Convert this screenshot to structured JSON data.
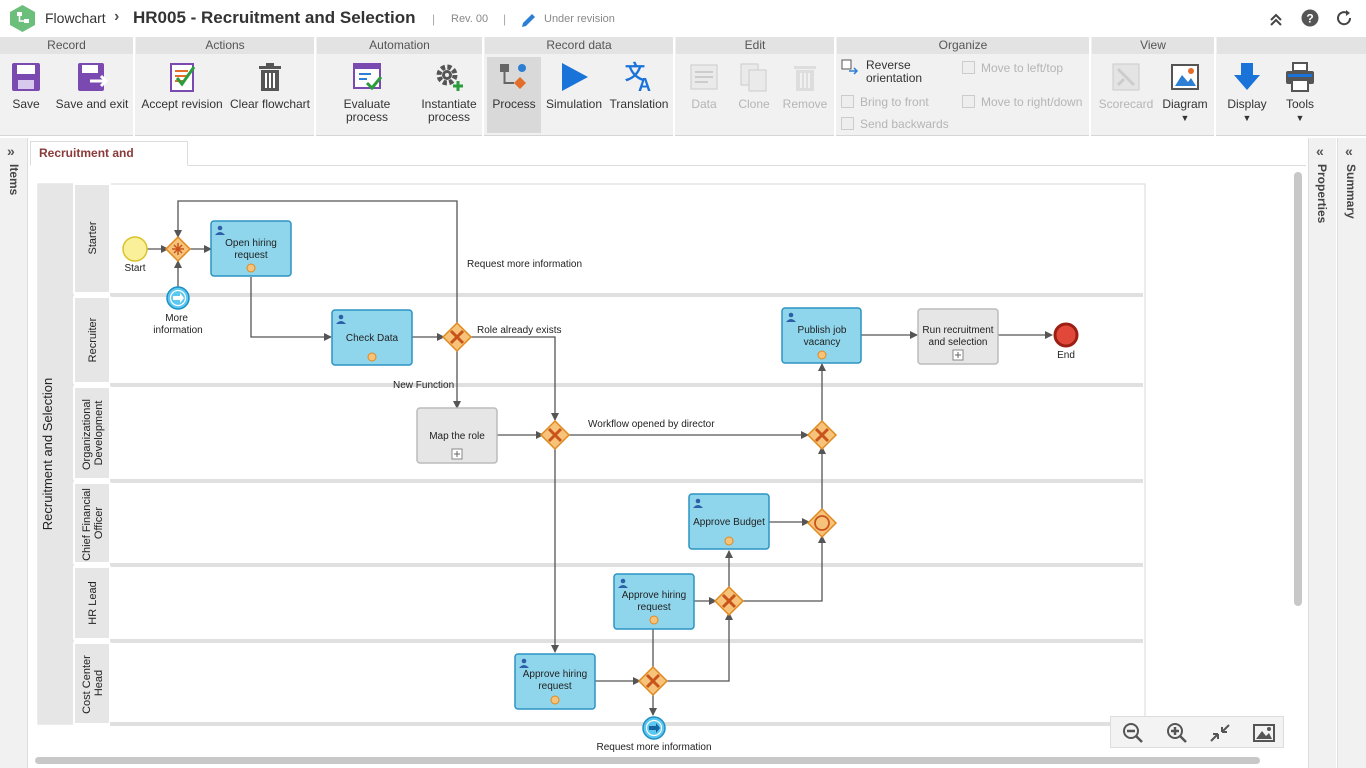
{
  "header": {
    "app": "Flowchart",
    "title": "HR005 - Recruitment and Selection",
    "revision": "Rev. 00",
    "status": "Under revision"
  },
  "ribbon": {
    "record": {
      "label": "Record",
      "save": "Save",
      "save_exit": "Save and exit"
    },
    "actions": {
      "label": "Actions",
      "accept": "Accept revision",
      "clear": "Clear flowchart"
    },
    "automation": {
      "label": "Automation",
      "evaluate": "Evaluate process",
      "instantiate1": "Instantiate",
      "instantiate2": "process"
    },
    "record_data": {
      "label": "Record data",
      "process": "Process",
      "simulation": "Simulation",
      "translation": "Translation"
    },
    "edit": {
      "label": "Edit",
      "data": "Data",
      "clone": "Clone",
      "remove": "Remove"
    },
    "organize": {
      "label": "Organize",
      "reverse1": "Reverse",
      "reverse2": "orientation",
      "bring_front": "Bring to front",
      "send_back": "Send backwards",
      "move_lt": "Move to left/top",
      "move_rd": "Move to right/down"
    },
    "view": {
      "label": "View",
      "scorecard": "Scorecard",
      "diagram": "Diagram"
    },
    "misc": {
      "display": "Display",
      "tools": "Tools"
    }
  },
  "panels": {
    "items": "Items",
    "properties": "Properties",
    "summary": "Summary"
  },
  "tab": "Recruitment and Selection",
  "diagram": {
    "pool": "Recruitment and Selection",
    "lanes": {
      "starter": "Starter",
      "recruiter": "Recruiter",
      "org1": "Organizational",
      "org2": "Development",
      "cfo1": "Chief Financial",
      "cfo2": "Officer",
      "hr": "HR Lead",
      "cc1": "Cost Center",
      "cc2": "Head"
    },
    "nodes": {
      "start": "Start",
      "more1": "More",
      "more2": "information",
      "open1": "Open hiring",
      "open2": "request",
      "check": "Check Data",
      "publish1": "Publish job",
      "publish2": "vacancy",
      "run1": "Run recruitment",
      "run2": "and selection",
      "end": "End",
      "map": "Map the role",
      "budget": "Approve Budget",
      "hrapprove1": "Approve hiring",
      "hrapprove2": "request",
      "ccapprove1": "Approve hiring",
      "ccapprove2": "request"
    },
    "flows": {
      "request_more": "Request more information",
      "role_exists": "Role already exists",
      "new_function": "New Function",
      "workflow_director": "Workflow opened by director",
      "request_more_bottom": "Request more information"
    }
  },
  "colors": {
    "task_fill": "#8fd6ec",
    "task_stroke": "#2b93c4",
    "gateway_fill": "#f7c27a",
    "gateway_stroke": "#e08a1e",
    "subprocess_fill": "#e6e6e6",
    "ribbon_purple": "#7a4ab0",
    "ribbon_blue": "#1a73d9"
  }
}
